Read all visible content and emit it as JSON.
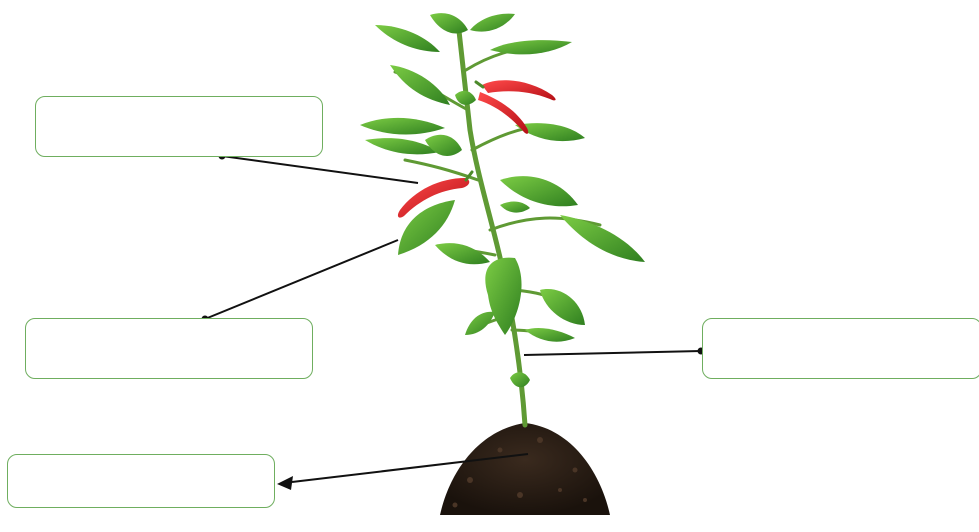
{
  "labels": [
    {
      "id": "fruit",
      "text": ""
    },
    {
      "id": "leaf",
      "text": ""
    },
    {
      "id": "stem",
      "text": ""
    },
    {
      "id": "root",
      "text": ""
    }
  ],
  "colors": {
    "box_border": "#6fae5f",
    "leaf_dark": "#3f8f2a",
    "leaf_light": "#6cbf3a",
    "stem": "#5f9a34",
    "pepper": "#d61f26",
    "soil": "#2a1d14",
    "leader_line": "#111111"
  },
  "icons": {
    "plant": "chili-pepper-plant-image",
    "leader_dot": "filled-circle",
    "leader_arrow": "arrow-head"
  }
}
